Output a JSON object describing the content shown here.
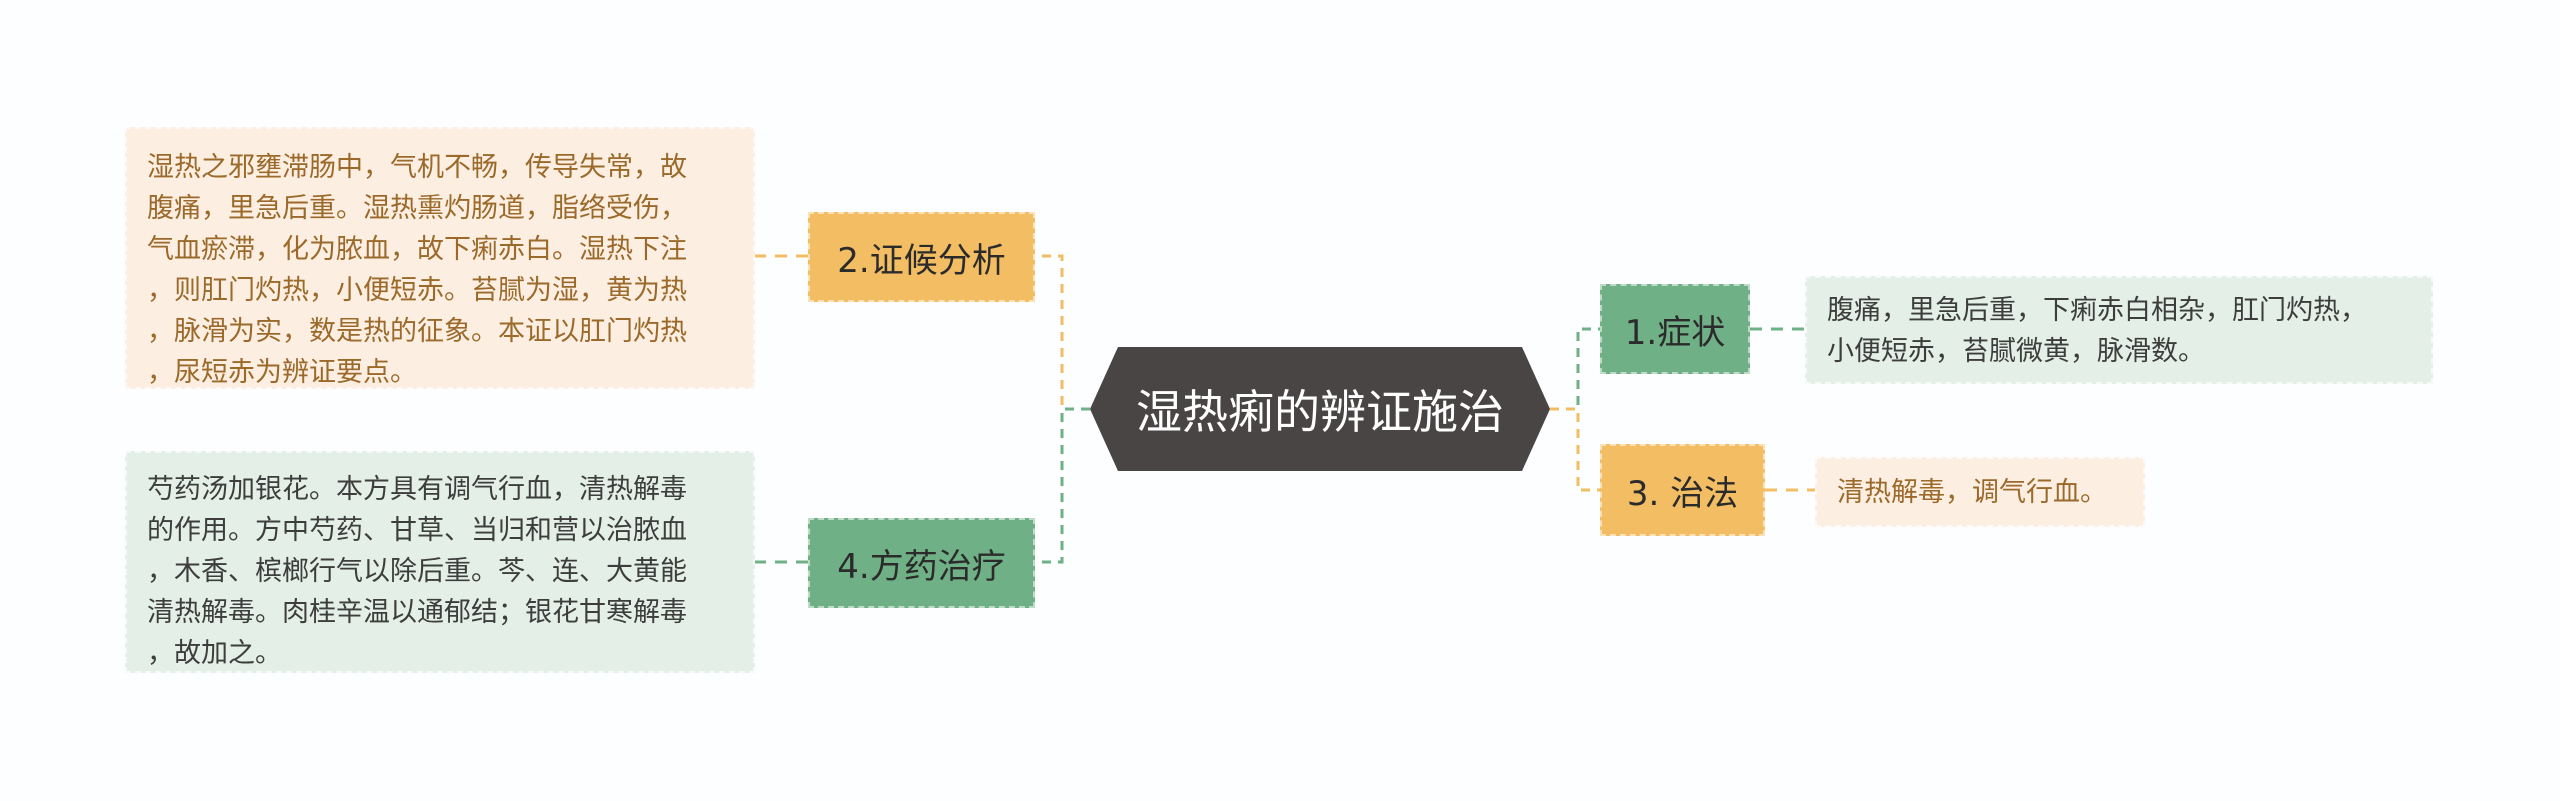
{
  "colors": {
    "center": "#4a4545",
    "branch_orange": "#f2bd63",
    "branch_green": "#6fb086",
    "leaf_orange": "#fdeee2",
    "leaf_green": "#e3efe7",
    "link_orange": "#f2bd63",
    "link_green": "#6fb086"
  },
  "center": {
    "title": "湿热痢的辨证施治"
  },
  "branches": {
    "symptoms": {
      "label": "1.症状",
      "detail": [
        "腹痛，里急后重，下痢赤白相杂，肛门灼热，",
        "小便短赤，苔腻微黄，脉滑数。"
      ]
    },
    "analysis": {
      "label": "2.证候分析",
      "detail": [
        "湿热之邪壅滞肠中，气机不畅，传导失常，故",
        "腹痛，里急后重。湿热熏灼肠道，脂络受伤，",
        "气血瘀滞，化为脓血，故下痢赤白。湿热下注",
        "，则肛门灼热，小便短赤。苔腻为湿，黄为热",
        "，脉滑为实，数是热的征象。本证以肛门灼热",
        "，尿短赤为辨证要点。"
      ]
    },
    "treatment": {
      "label": "3. 治法",
      "detail": [
        "清热解毒，调气行血。"
      ]
    },
    "prescription": {
      "label": "4.方药治疗",
      "detail": [
        "芍药汤加银花。本方具有调气行血，清热解毒",
        "的作用。方中芍药、甘草、当归和营以治脓血",
        "，木香、槟榔行气以除后重。芩、连、大黄能",
        "清热解毒。肉桂辛温以通郁结；银花甘寒解毒",
        "，故加之。"
      ]
    }
  }
}
